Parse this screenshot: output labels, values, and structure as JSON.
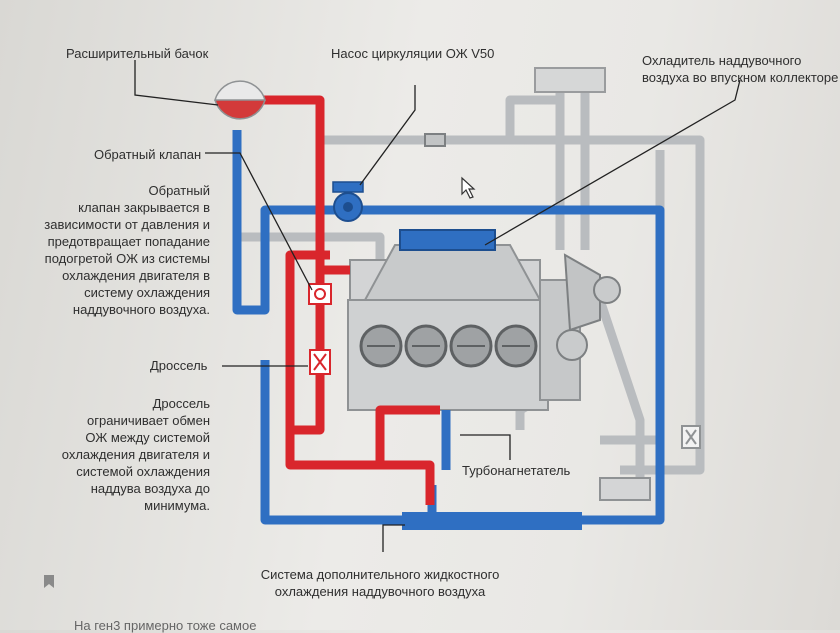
{
  "labels": {
    "expansion_tank": "Расширительный бачок",
    "pump": "Насос циркуляции ОЖ V50",
    "charge_air_cooler": "Охладитель наддувочного\nвоздуха во впускном коллекторе",
    "check_valve": "Обратный клапан",
    "check_valve_desc": "Обратный\nклапан закрывается в\nзависимости от давления и\nпредотвращает попадание\nподогретой ОЖ из системы\nохлаждения двигателя в\nсистему охлаждения\nнаддувочного воздуха.",
    "throttle": "Дроссель",
    "throttle_desc": "Дроссель\nограничивает обмен\nОЖ между системой\nохлаждения двигателя и\nсистемой охлаждения\nнаддува воздуха до\nминимума.",
    "turbocharger": "Турбонагнетатель",
    "aux_system": "Система дополнительного жидкостного\nохлаждения наддувочного воздуха"
  },
  "footer_text": "На ген3 примерно тоже самое",
  "colors": {
    "hot": "#d9262c",
    "cold": "#2f6fc2",
    "grey_pipe": "#b9bcbf",
    "engine": "#cfd1d2"
  },
  "icons": [
    "bookmark-icon",
    "mouse-cursor-icon"
  ]
}
